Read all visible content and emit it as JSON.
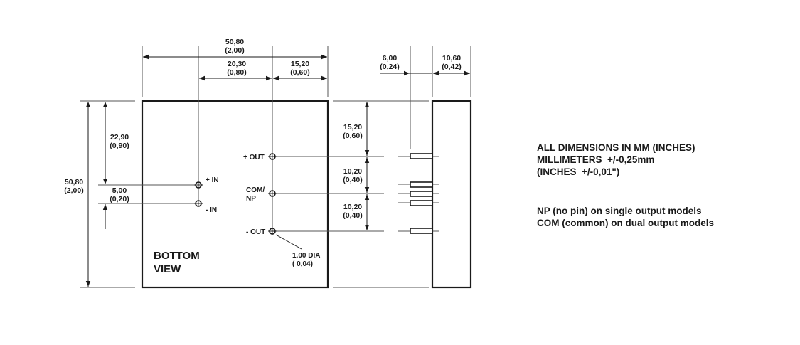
{
  "dimensions": {
    "overall_width": {
      "mm": "50,80",
      "in": "(2,00)"
    },
    "pin_spacing_x": {
      "mm": "20,30",
      "in": "(0,80)"
    },
    "out_to_edge": {
      "mm": "15,20",
      "in": "(0,60)"
    },
    "overall_height": {
      "mm": "50,80",
      "in": "(2,00)"
    },
    "top_to_in": {
      "mm": "22,90",
      "in": "(0,90)"
    },
    "in_pin_spacing": {
      "mm": "5,00",
      "in": "(0,20)"
    },
    "pin_length": {
      "mm": "6,00",
      "in": "(0,24)"
    },
    "body_depth": {
      "mm": "10,60",
      "in": "(0,42)"
    },
    "top_to_out": {
      "mm": "15,20",
      "in": "(0,60)"
    },
    "out_to_com": {
      "mm": "10,20",
      "in": "(0,40)"
    },
    "com_to_minus_out": {
      "mm": "10,20",
      "in": "(0,40)"
    },
    "pin_diameter": {
      "mm": "1.00  DIA",
      "in": "( 0,04)"
    }
  },
  "pins": {
    "plus_in": "+ IN",
    "minus_in": "-  IN",
    "plus_out": "+ OUT",
    "com_line1": "COM/",
    "com_line2": "NP",
    "minus_out": "- OUT"
  },
  "view_label": {
    "line1": "BOTTOM",
    "line2": "VIEW"
  },
  "notes": {
    "units": "ALL DIMENSIONS IN MM (INCHES)",
    "tol_mm": "MILLIMETERS  +/-0,25mm",
    "tol_in": "(INCHES  +/-0,01\")",
    "np_note": "NP (no pin) on single output models",
    "com_note": "COM (common) on dual output models"
  }
}
